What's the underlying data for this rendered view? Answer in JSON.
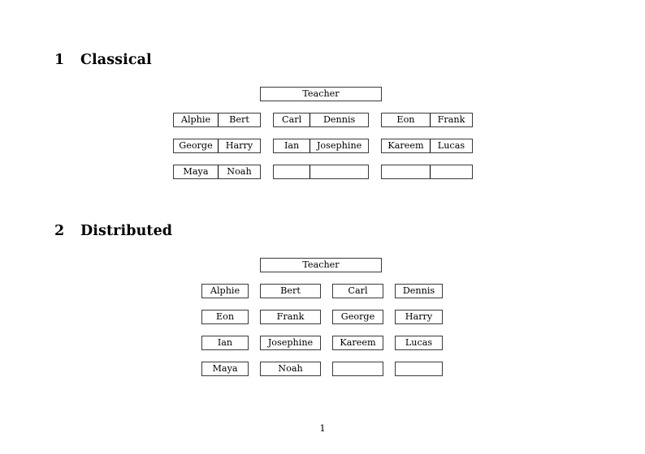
{
  "document": {
    "page_number": "1",
    "background_color": "#ffffff",
    "rule_color": "#3a3a3a"
  },
  "sections": [
    {
      "number": "1",
      "title": "Classical",
      "teacher_label": "Teacher",
      "layout": "paired-groups",
      "groups": [
        {
          "name": "group-left",
          "rows": [
            [
              "Alphie",
              "Bert"
            ],
            [
              "George",
              "Harry"
            ],
            [
              "Maya",
              "Noah"
            ]
          ]
        },
        {
          "name": "group-middle",
          "rows": [
            [
              "Carl",
              "Dennis"
            ],
            [
              "Ian",
              "Josephine"
            ],
            [
              "",
              ""
            ]
          ]
        },
        {
          "name": "group-right",
          "rows": [
            [
              "Eon",
              "Frank"
            ],
            [
              "Kareem",
              "Lucas"
            ],
            [
              "",
              ""
            ]
          ]
        }
      ]
    },
    {
      "number": "2",
      "title": "Distributed",
      "teacher_label": "Teacher",
      "layout": "independent-cells",
      "rows": [
        [
          "Alphie",
          "Bert",
          "Carl",
          "Dennis"
        ],
        [
          "Eon",
          "Frank",
          "George",
          "Harry"
        ],
        [
          "Ian",
          "Josephine",
          "Kareem",
          "Lucas"
        ],
        [
          "Maya",
          "Noah",
          "",
          ""
        ]
      ]
    }
  ]
}
